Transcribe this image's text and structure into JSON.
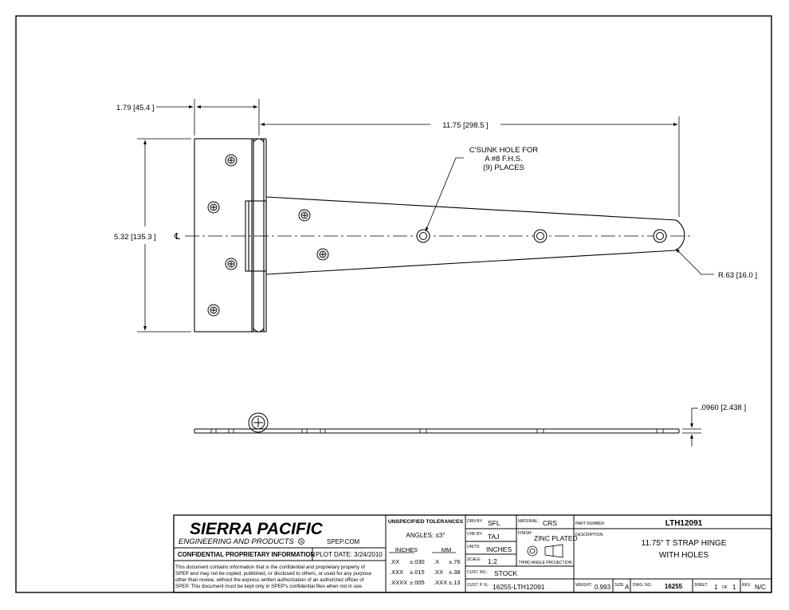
{
  "dimensions": {
    "flange_width": "1.79 [45.4 ]",
    "strap_length": "11.75 [298.5 ]",
    "height": "5.32 [135.3 ]",
    "centerline": "℄",
    "hole_note": [
      "C'SUNK HOLE FOR",
      "A #8 F.H.S.",
      "(9) PLACES"
    ],
    "radius": "R.63 [16.0 ]",
    "thickness": ".0960 [2.438 ]"
  },
  "title_block": {
    "company": "SIERRA PACIFIC",
    "company_sub": "ENGINEERING AND PRODUCTS",
    "website": "SPEP.COM",
    "confidential_label": "CONFIDENTIAL PROPRIETARY INFORMATION",
    "plot_date": "PLOT DATE: 3/24/2010",
    "notice": [
      "This document contains information that is the confidential and proprietary property of",
      "SPEP and may not be copied, published, or disclosed to others, or used for any purpose",
      "other than review, without the express written authorization of an authorized officer of",
      "SPEP. This document must be kept only in SPEP's confidential files when not in use."
    ],
    "tolerances_title": "UNSPECIFIED TOLERANCES",
    "angles": "ANGLES: ±3°",
    "inches_label": "INCHES",
    "mm_label": "MM",
    "tol_rows": [
      {
        "in_key": ".XX",
        "in_val": "±.030",
        "mm_key": ".X",
        "mm_val": "±.76"
      },
      {
        "in_key": ".XXX",
        "in_val": "±.015",
        "mm_key": ".XX",
        "mm_val": "±.38"
      },
      {
        "in_key": ".XXXX",
        "in_val": "±.005",
        "mm_key": ".XXX",
        "mm_val": "±.13"
      }
    ],
    "drn_by_label": "DRN BY:",
    "drn_by": "SFL",
    "chk_by_label": "CHK BY:",
    "chk_by": "TAJ",
    "units_label": "UNITS:",
    "units": "INCHES",
    "scale_label": "SCALE:",
    "scale": "1:2",
    "material_label": "MATERIAL:",
    "material": "CRS",
    "finish_label": "FINISH:",
    "finish": "ZINC PLATED",
    "projection": "THIRD ANGLE PROJECTION",
    "cust_no_label": "CUST. NO.:",
    "cust_no": "STOCK",
    "cust_pn_label": "CUST. P. N.:",
    "cust_pn": "16255-LTH12091",
    "part_number_label": "PART NUMBER:",
    "part_number": "LTH12091",
    "description_label": "DESCRIPTION:",
    "description": [
      "11.75\" T STRAP HINGE",
      "WITH HOLES"
    ],
    "weight_label": "WEIGHT:",
    "weight": "0.993",
    "size_label": "SIZE:",
    "size": "A",
    "dwg_no_label": "DWG. NO.",
    "dwg_no": "16255",
    "sheet_label": "SHEET",
    "sheet": "1",
    "of_label": "OF",
    "sheet_total": "1",
    "rev_label": "REV.",
    "rev": "N/C"
  }
}
